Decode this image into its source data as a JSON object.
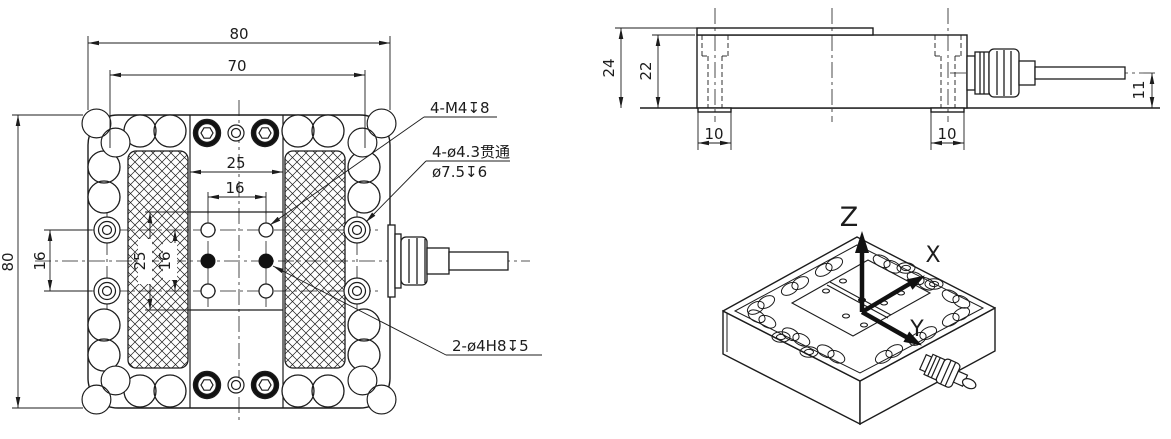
{
  "title": "Multi-axis force sensor engineering drawing",
  "colors": {
    "ink": "#1c1c1c",
    "background": "#ffffff"
  },
  "top_view": {
    "dim_width_overall": "80",
    "dim_width_plate": "70",
    "dim_height_overall": "80",
    "dim_side_hole_spacing": "16",
    "dim_grid_width_outer": "25",
    "dim_grid_width_inner": "16",
    "dim_grid_height_outer": "25",
    "dim_grid_height_inner": "16",
    "ann_tapped_holes": "4-M4↧8",
    "ann_through_holes_line1": "4-ø4.3贯通",
    "ann_through_holes_line2": "ø7.5↧6",
    "ann_dowel_holes": "2-ø4H8↧5"
  },
  "side_view": {
    "dim_height_overall": "24",
    "dim_height_base": "22",
    "dim_foot_left": "10",
    "dim_foot_right": "10",
    "dim_cable_axis": "11"
  },
  "iso_view": {
    "axis_z": "Z",
    "axis_x": "X",
    "axis_y": "Y"
  }
}
